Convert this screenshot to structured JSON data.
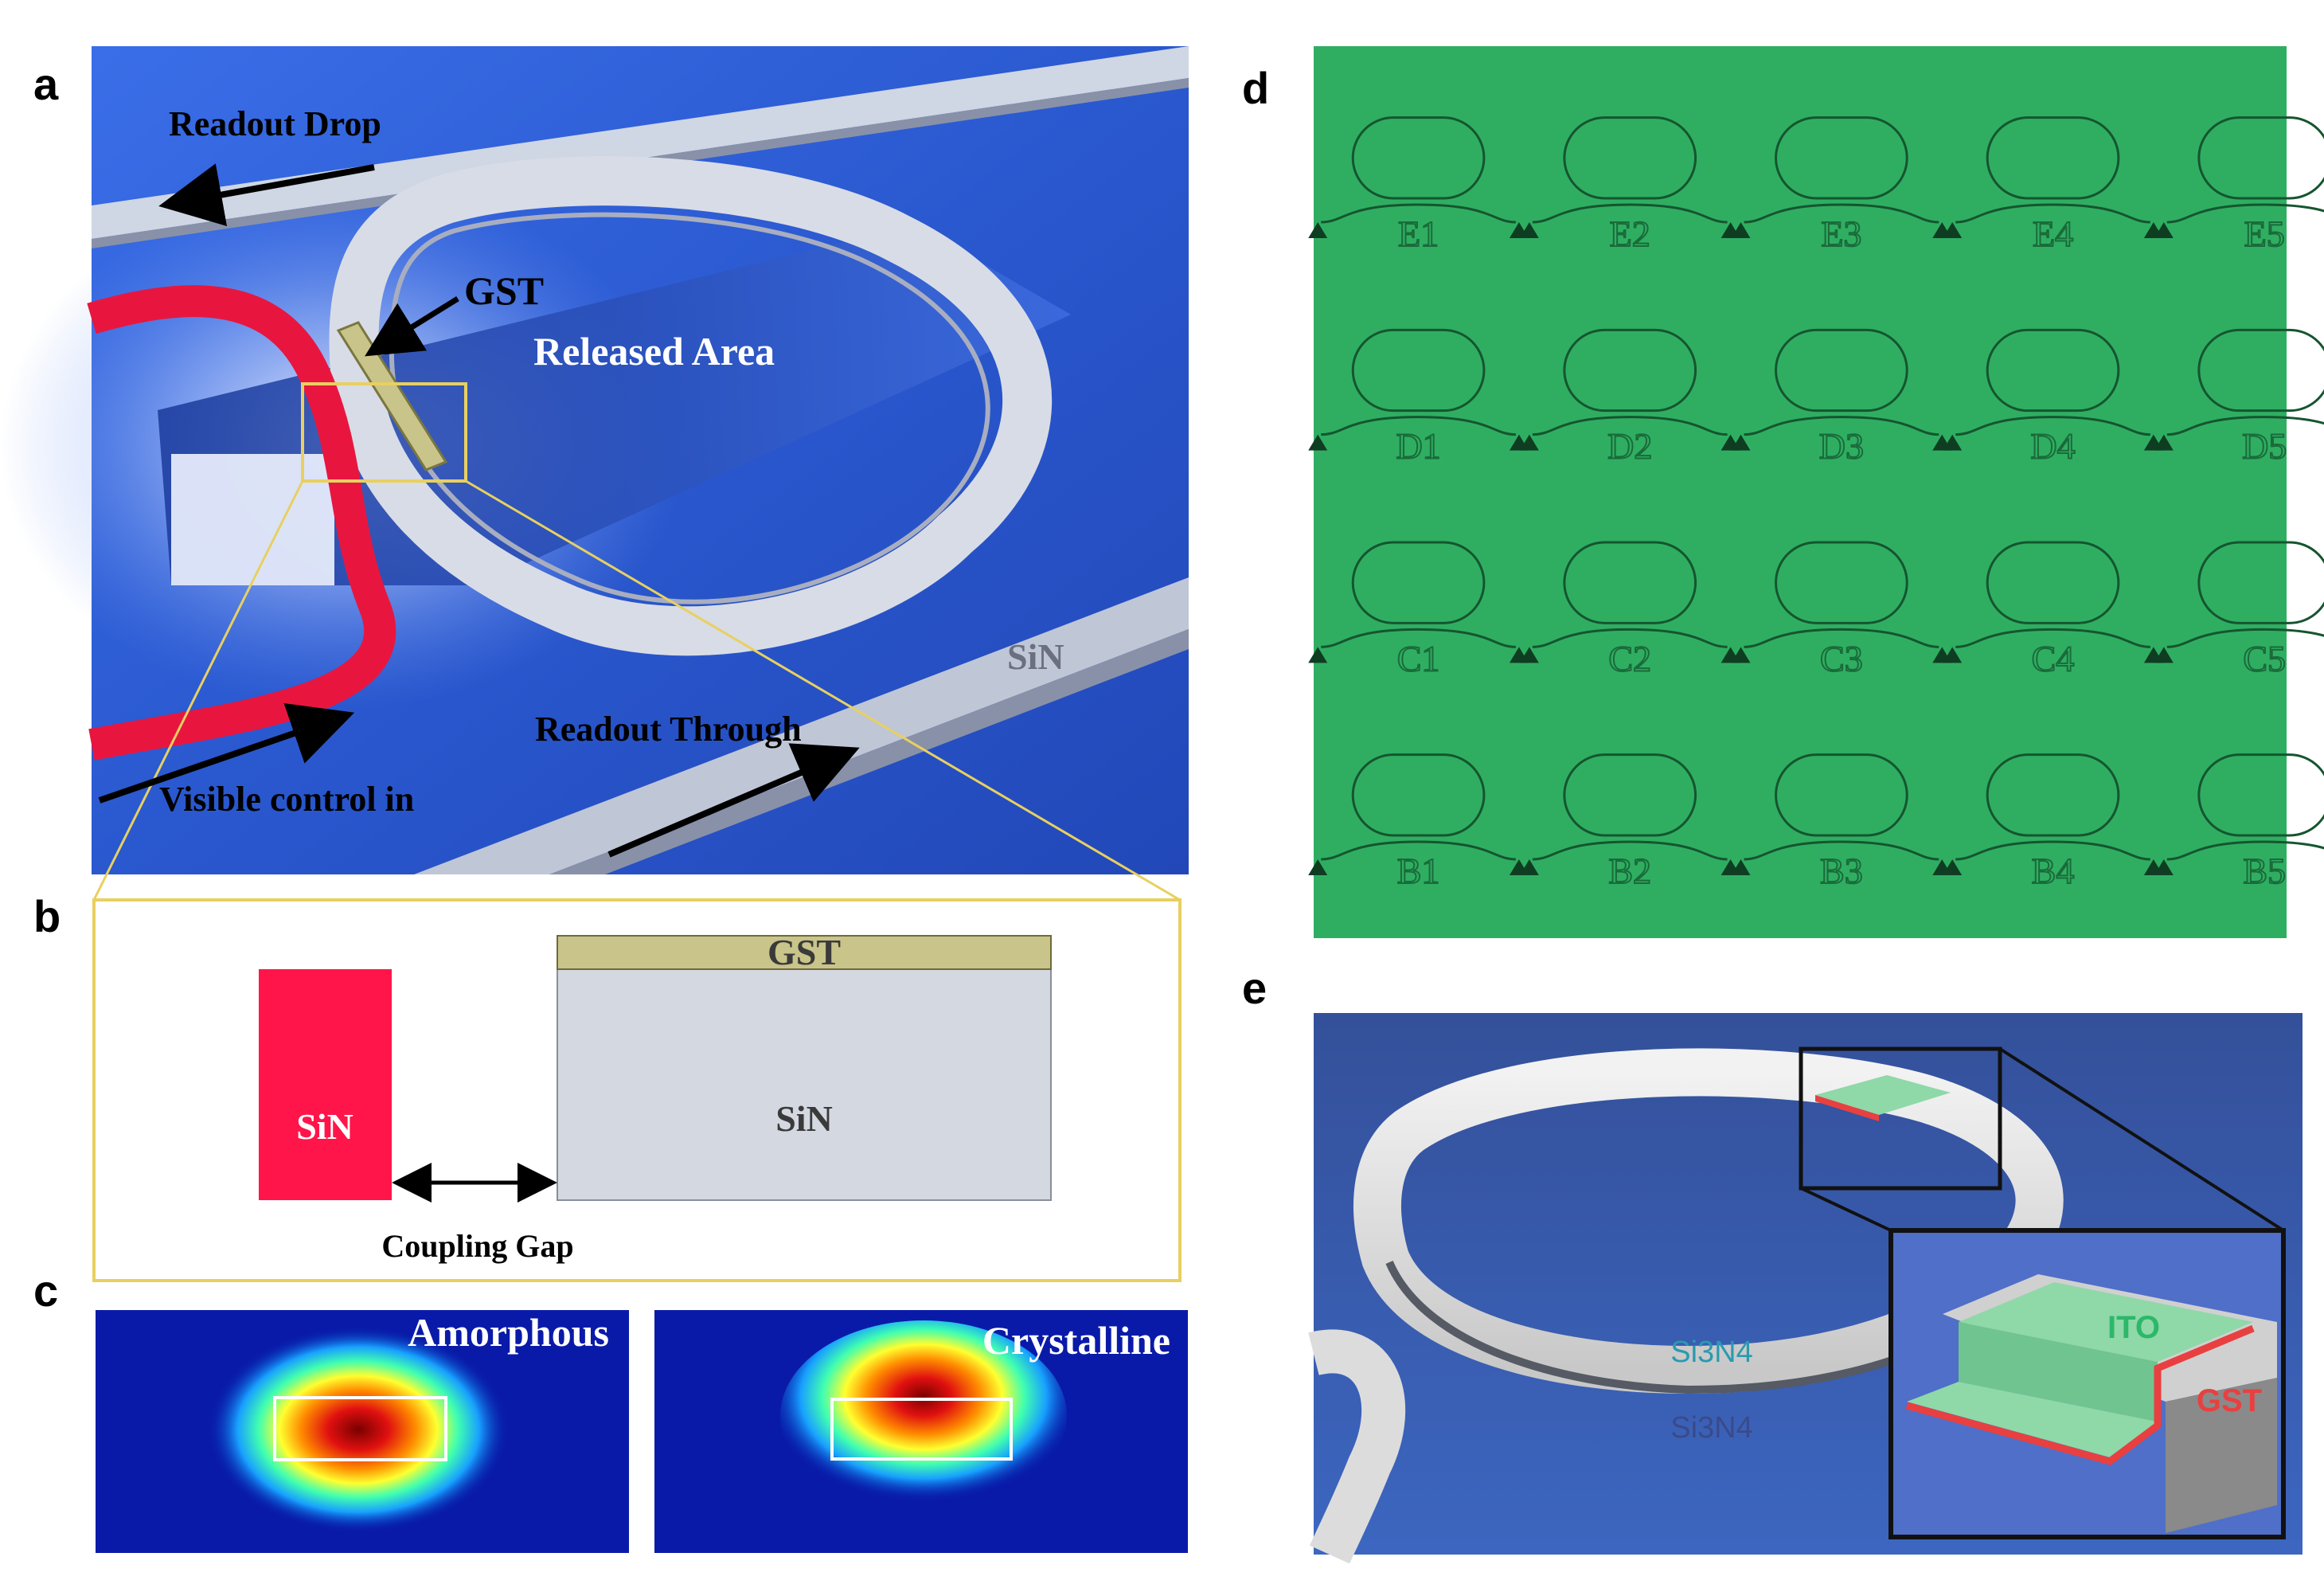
{
  "panels": {
    "a": {
      "letter": "a",
      "labels": {
        "readout_drop": "Readout Drop",
        "gst": "GST",
        "released_area": "Released Area",
        "sin": "SiN",
        "readout_through": "Readout Through",
        "visible_control_in": "Visible control in"
      }
    },
    "b": {
      "letter": "b",
      "labels": {
        "gst": "GST",
        "sin_left": "SiN",
        "sin_right": "SiN",
        "coupling_gap": "Coupling Gap"
      }
    },
    "c": {
      "letter": "c",
      "labels": {
        "amorphous": "Amorphous",
        "crystalline": "Crystalline"
      }
    },
    "d": {
      "letter": "d",
      "rows": [
        [
          "E1",
          "E2",
          "E3",
          "E4",
          "E5"
        ],
        [
          "D1",
          "D2",
          "D3",
          "D4",
          "D5"
        ],
        [
          "C1",
          "C2",
          "C3",
          "C4",
          "C5"
        ],
        [
          "B1",
          "B2",
          "B3",
          "B4",
          "B5"
        ]
      ]
    },
    "e": {
      "letter": "e",
      "labels": {
        "si3n4_ring": "Si3N4",
        "si3n4_substrate": "Si3N4",
        "ito": "ITO",
        "gst": "GST"
      }
    }
  },
  "colors": {
    "blue_bg": "#2f5fd8",
    "red_waveguide": "#e8163f",
    "gst": "#c8c48a",
    "sin_gray": "#d4d8e0",
    "yellow_outline": "#e8d060",
    "micrograph_green": "#2fae62",
    "ito_green": "#8fd8a8",
    "gst_red": "#e84040"
  }
}
